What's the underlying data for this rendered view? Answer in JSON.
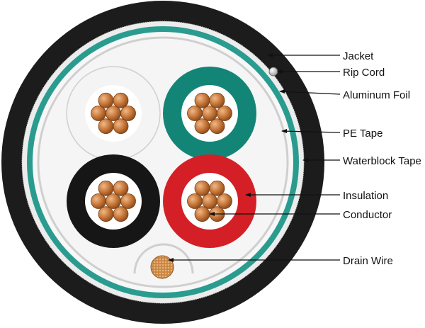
{
  "diagram": {
    "labels": {
      "jacket": "Jacket",
      "rip_cord": "Rip Cord",
      "aluminum_foil": "Aluminum Foil",
      "pe_tape": "PE Tape",
      "waterblock_tape": "Waterblock Tape",
      "insulation": "Insulation",
      "conductor": "Conductor",
      "drain_wire": "Drain Wire"
    },
    "colors": {
      "jacket": "#1c1c1c",
      "waterblock": "#e6e6e6",
      "aluminum_foil": "#2a9c8f",
      "pe_tape": "#d2d2d2",
      "filler": "#f5f5f5",
      "copper": "#c8783a",
      "pair_white": "#f2f2f2",
      "pair_teal": "#138577",
      "pair_black": "#161616",
      "pair_red": "#d41f26",
      "leader_line": "#111111"
    }
  }
}
